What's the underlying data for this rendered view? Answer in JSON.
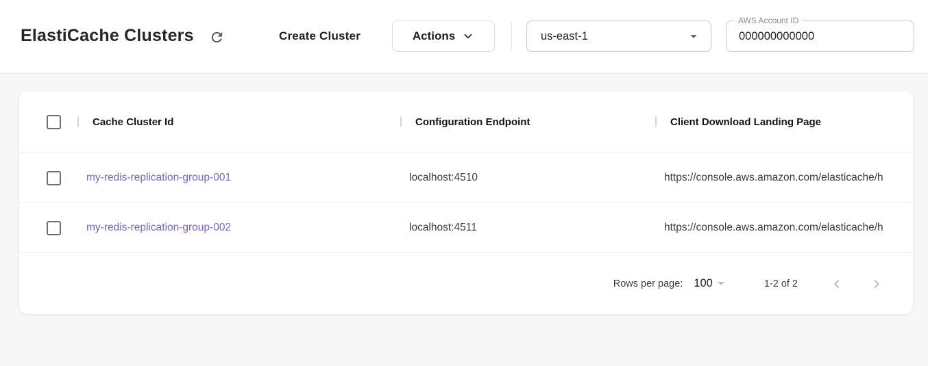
{
  "header": {
    "title": "ElastiCache Clusters",
    "create_cluster_label": "Create Cluster",
    "actions_label": "Actions",
    "region_selected": "us-east-1",
    "account_id_label": "AWS Account ID",
    "account_id_value": "000000000000"
  },
  "table": {
    "columns": {
      "cluster_id": "Cache Cluster Id",
      "endpoint": "Configuration Endpoint",
      "landing_page": "Client Download Landing Page"
    },
    "rows": [
      {
        "id": "my-redis-replication-group-001",
        "endpoint": "localhost:4510",
        "landing_page": "https://console.aws.amazon.com/elasticache/h"
      },
      {
        "id": "my-redis-replication-group-002",
        "endpoint": "localhost:4511",
        "landing_page": "https://console.aws.amazon.com/elasticache/h"
      }
    ],
    "pagination": {
      "rows_per_page_label": "Rows per page:",
      "rows_per_page_value": "100",
      "range_label": "1-2 of 2"
    }
  },
  "icons": {
    "refresh": "refresh-icon",
    "chevron_down": "chevron-down-icon",
    "dropdown_arrow": "dropdown-arrow-icon",
    "chevron_left": "chevron-left-icon",
    "chevron_right": "chevron-right-icon"
  },
  "colors": {
    "link": "#7a62c9",
    "page_background": "#f7f7f7",
    "card_background": "#ffffff",
    "header_text": "#141414",
    "muted_icon": "#bdbdbd"
  }
}
